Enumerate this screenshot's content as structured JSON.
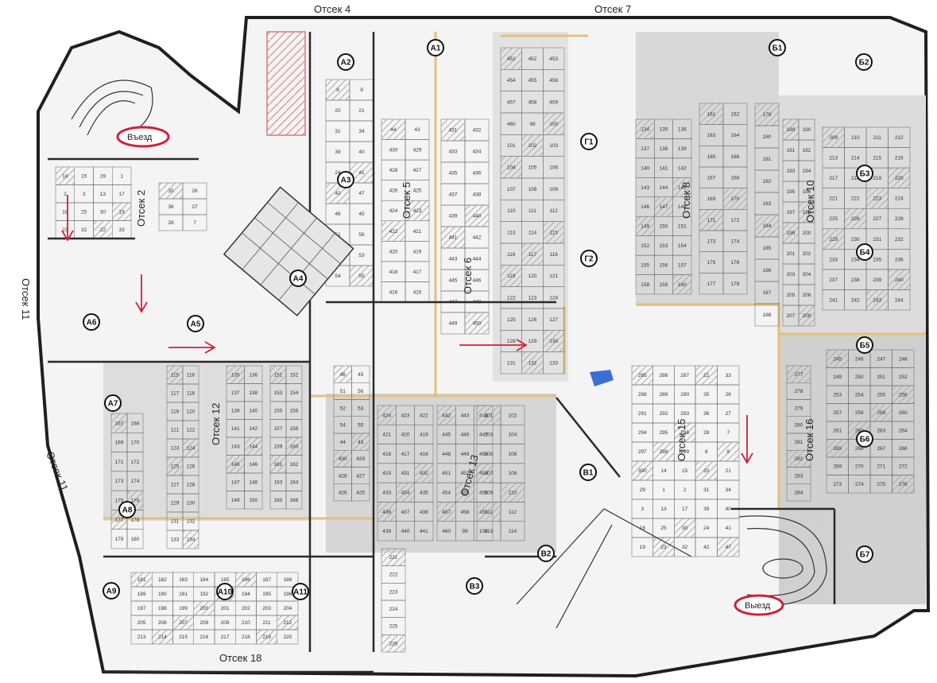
{
  "map": {
    "sections": [
      {
        "id": "s2",
        "label": "Отсек 2"
      },
      {
        "id": "s4",
        "label": "Отсек 4"
      },
      {
        "id": "s5",
        "label": "Отсек 5"
      },
      {
        "id": "s6",
        "label": "Отсек 6"
      },
      {
        "id": "s7",
        "label": "Отсек 7"
      },
      {
        "id": "s8",
        "label": "Отсек 8"
      },
      {
        "id": "s10",
        "label": "Отсек 10"
      },
      {
        "id": "s11a",
        "label": "Отсек 11"
      },
      {
        "id": "s11b",
        "label": "Отсек 11"
      },
      {
        "id": "s12",
        "label": "Отсек 12"
      },
      {
        "id": "s13",
        "label": "Отсек 13"
      },
      {
        "id": "s15",
        "label": "Отсек 15"
      },
      {
        "id": "s16",
        "label": "Отсек 16"
      },
      {
        "id": "s18",
        "label": "Отсек 18"
      }
    ],
    "entry": {
      "label": "Въезд"
    },
    "exit": {
      "label": "Выезд"
    },
    "stairwells": [
      "А1",
      "А2",
      "А3",
      "А4",
      "А5",
      "А6",
      "А7",
      "А8",
      "А9",
      "А10",
      "А11",
      "Б1",
      "Б2",
      "Б3",
      "Б4",
      "Б5",
      "Б6",
      "Б7",
      "В1",
      "В2",
      "В3",
      "Г1",
      "Г2"
    ],
    "spot_numbers": [
      "14",
      "15",
      "29",
      "1",
      "2",
      "3",
      "13",
      "17",
      "18",
      "25",
      "30",
      "19",
      "23",
      "32",
      "22",
      "33",
      "35",
      "26",
      "36",
      "27",
      "28",
      "7",
      "8",
      "9",
      "20",
      "21",
      "31",
      "34",
      "39",
      "40",
      "24",
      "41",
      "42",
      "47",
      "46",
      "45",
      "51",
      "56",
      "52",
      "53",
      "54",
      "55",
      "44",
      "43",
      "430",
      "429",
      "428",
      "427",
      "426",
      "425",
      "424",
      "423",
      "422",
      "421",
      "420",
      "419",
      "418",
      "417",
      "416",
      "415",
      "431",
      "432",
      "433",
      "434",
      "435",
      "436",
      "437",
      "438",
      "439",
      "440",
      "441",
      "442",
      "443",
      "444",
      "445",
      "446",
      "447",
      "448",
      "449",
      "450",
      "451",
      "452",
      "453",
      "454",
      "455",
      "456",
      "457",
      "458",
      "459",
      "460",
      "99",
      "100",
      "101",
      "102",
      "103",
      "104",
      "105",
      "106",
      "107",
      "108",
      "109",
      "110",
      "111",
      "112",
      "113",
      "114",
      "115",
      "116",
      "117",
      "118",
      "119",
      "120",
      "121",
      "122",
      "123",
      "124",
      "125",
      "126",
      "127",
      "128",
      "129",
      "130",
      "131",
      "132",
      "133",
      "134",
      "135",
      "136",
      "137",
      "138",
      "139",
      "140",
      "141",
      "142",
      "143",
      "144",
      "145",
      "146",
      "147",
      "148",
      "149",
      "150",
      "151",
      "152",
      "153",
      "154",
      "155",
      "156",
      "157",
      "158",
      "159",
      "160",
      "161",
      "162",
      "163",
      "164",
      "165",
      "166",
      "167",
      "168",
      "169",
      "170",
      "171",
      "172",
      "173",
      "174",
      "175",
      "176",
      "177",
      "178",
      "179",
      "180",
      "181",
      "182",
      "183",
      "184",
      "185",
      "186",
      "187",
      "188",
      "189",
      "190",
      "191",
      "192",
      "193",
      "194",
      "195",
      "196",
      "197",
      "198",
      "199",
      "200",
      "201",
      "202",
      "203",
      "204",
      "205",
      "206",
      "207",
      "208",
      "209",
      "210",
      "211",
      "212",
      "213",
      "214",
      "215",
      "216",
      "217",
      "218",
      "219",
      "220",
      "221",
      "222",
      "223",
      "224",
      "225",
      "226",
      "227",
      "228",
      "229",
      "230",
      "231",
      "232",
      "233",
      "234",
      "235",
      "236",
      "237",
      "238",
      "239",
      "240",
      "241",
      "242",
      "243",
      "244",
      "245",
      "246",
      "247",
      "248",
      "249",
      "250",
      "251",
      "252",
      "253",
      "254",
      "255",
      "256",
      "257",
      "258",
      "259",
      "260",
      "261",
      "262",
      "263",
      "264",
      "265",
      "266",
      "267",
      "268",
      "269",
      "270",
      "271",
      "272",
      "273",
      "274",
      "275",
      "276",
      "277",
      "278",
      "279",
      "280",
      "281",
      "282",
      "283",
      "284",
      "285",
      "286",
      "287",
      "288",
      "289",
      "290",
      "291",
      "292",
      "293",
      "294",
      "295",
      "296",
      "297",
      "298",
      "299",
      "300"
    ],
    "legend": {
      "wall": "#2a2a2a",
      "floor": "#ececec",
      "dark_floor": "#d4d4d4",
      "hatch": "#c44",
      "highlight": "#3a6fd8",
      "ring": "#d0203a",
      "gold": "#e8c98a"
    }
  }
}
